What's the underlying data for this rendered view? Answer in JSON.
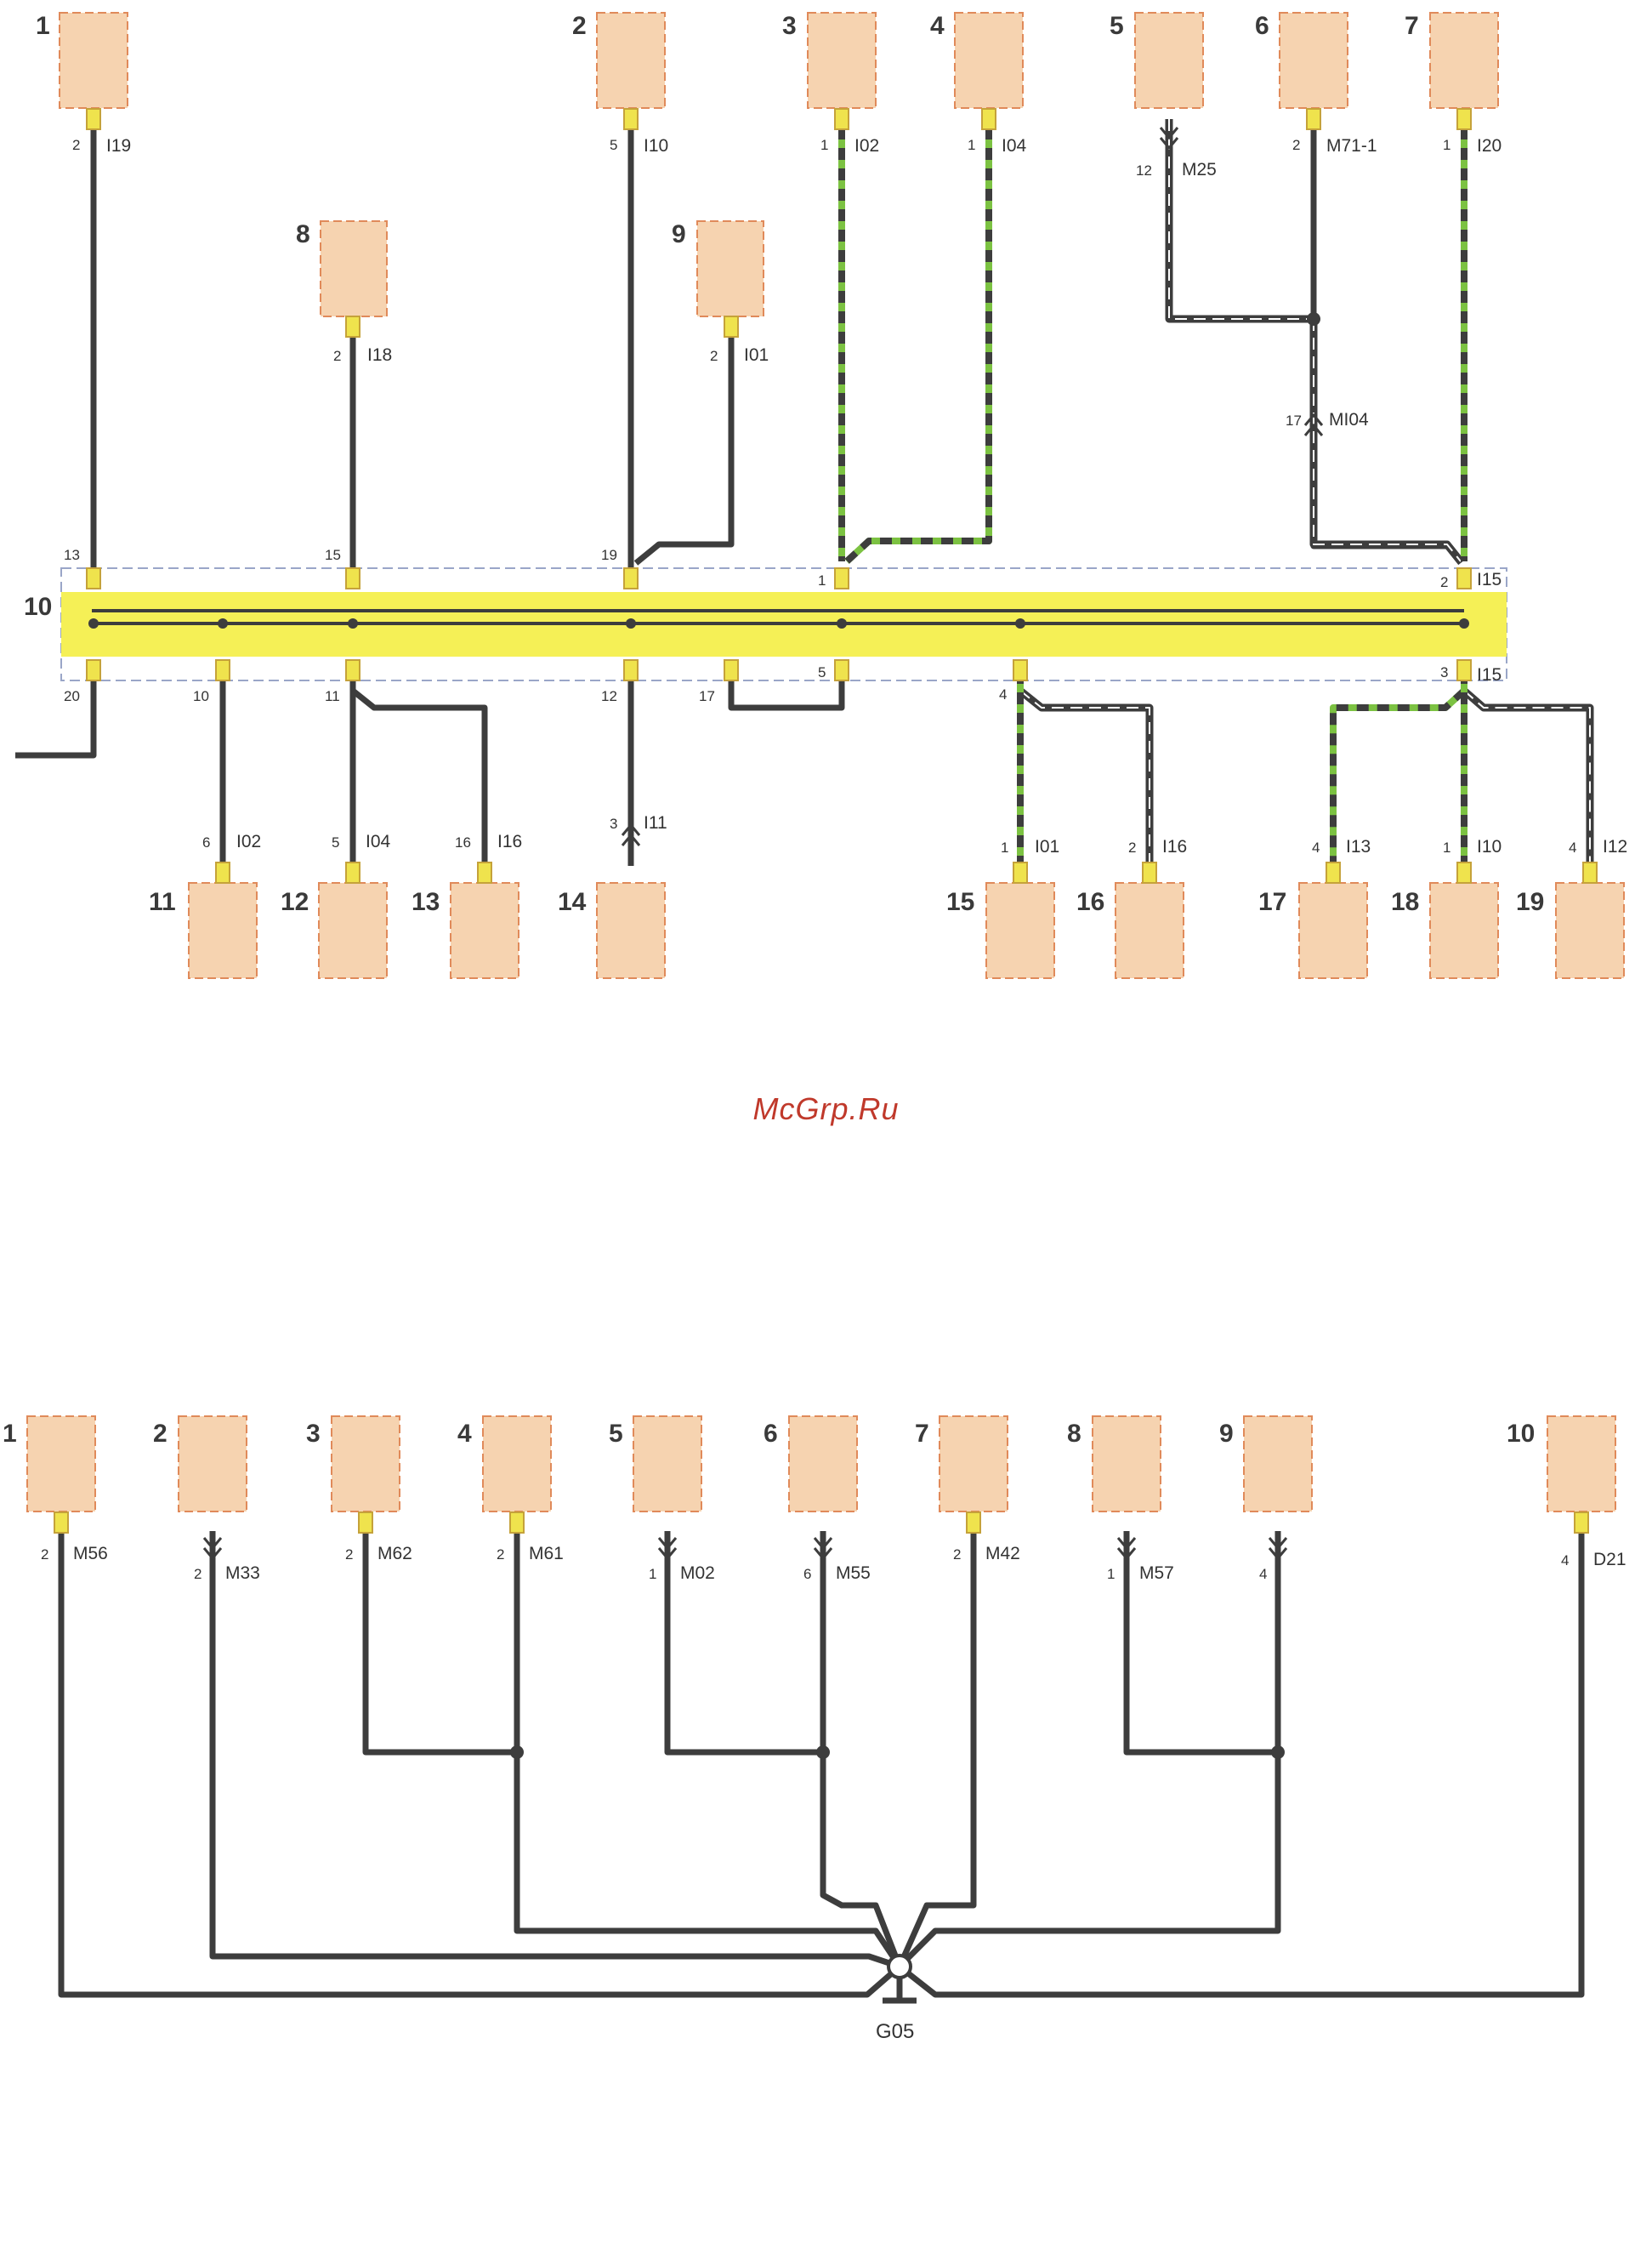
{
  "top": {
    "components": [
      {
        "label": "1"
      },
      {
        "label": "2"
      },
      {
        "label": "3"
      },
      {
        "label": "4"
      },
      {
        "label": "5"
      },
      {
        "label": "6"
      },
      {
        "label": "7"
      },
      {
        "label": "8"
      },
      {
        "label": "9"
      },
      {
        "label": "10"
      },
      {
        "label": "11"
      },
      {
        "label": "12"
      },
      {
        "label": "13"
      },
      {
        "label": "14"
      },
      {
        "label": "15"
      },
      {
        "label": "16"
      },
      {
        "label": "17"
      },
      {
        "label": "18"
      },
      {
        "label": "19"
      }
    ],
    "connector_labels": [
      {
        "pin": "2",
        "name": "I19"
      },
      {
        "pin": "5",
        "name": "I10"
      },
      {
        "pin": "1",
        "name": "I02"
      },
      {
        "pin": "1",
        "name": "I04"
      },
      {
        "pin": "12",
        "name": "M25"
      },
      {
        "pin": "2",
        "name": "M71-1"
      },
      {
        "pin": "1",
        "name": "I20"
      },
      {
        "pin": "2",
        "name": "I18"
      },
      {
        "pin": "2",
        "name": "I01"
      },
      {
        "pin": "17",
        "name": "MI04"
      },
      {
        "pin": "2",
        "name": "I15"
      },
      {
        "pin": "3",
        "name": "I15"
      },
      {
        "pin": "6",
        "name": "I02"
      },
      {
        "pin": "5",
        "name": "I04"
      },
      {
        "pin": "16",
        "name": "I16"
      },
      {
        "pin": "3",
        "name": "I11"
      },
      {
        "pin": "1",
        "name": "I01"
      },
      {
        "pin": "2",
        "name": "I16"
      },
      {
        "pin": "4",
        "name": "I13"
      },
      {
        "pin": "1",
        "name": "I10"
      },
      {
        "pin": "4",
        "name": "I12"
      }
    ],
    "junction_pins": [
      "13",
      "15",
      "19",
      "1",
      "20",
      "10",
      "11",
      "12",
      "17",
      "5",
      "4"
    ]
  },
  "watermark": "McGrp.Ru",
  "bottom": {
    "components": [
      {
        "label": "1"
      },
      {
        "label": "2"
      },
      {
        "label": "3"
      },
      {
        "label": "4"
      },
      {
        "label": "5"
      },
      {
        "label": "6"
      },
      {
        "label": "7"
      },
      {
        "label": "8"
      },
      {
        "label": "9"
      },
      {
        "label": "10"
      }
    ],
    "connector_labels": [
      {
        "pin": "2",
        "name": "M56"
      },
      {
        "pin": "2",
        "name": "M33"
      },
      {
        "pin": "2",
        "name": "M62"
      },
      {
        "pin": "2",
        "name": "M61"
      },
      {
        "pin": "1",
        "name": "M02"
      },
      {
        "pin": "6",
        "name": "M55"
      },
      {
        "pin": "2",
        "name": "M42"
      },
      {
        "pin": "1",
        "name": "M57"
      },
      {
        "pin": "4",
        "name": ""
      },
      {
        "pin": "4",
        "name": "D21"
      }
    ],
    "ground": "G05"
  },
  "colors": {
    "component_fill": "#f6d3b0",
    "component_border": "#e08a5a",
    "wire_dark": "#3d3d3d",
    "wire_green": "#7cc242",
    "bus_yellow": "#f5f056",
    "connector_yellow": "#efe34d",
    "watermark": "#c0392b"
  }
}
